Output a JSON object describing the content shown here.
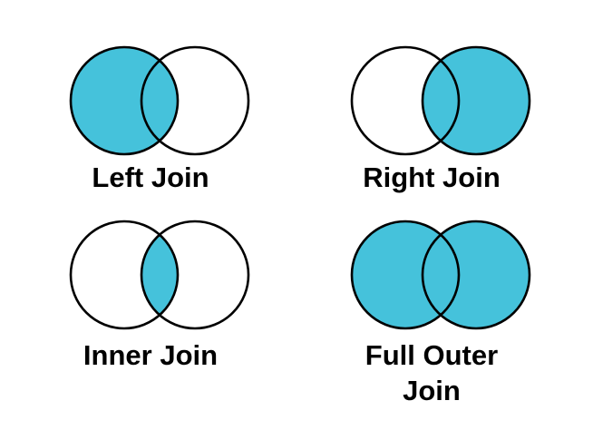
{
  "colors": {
    "shaded_fill": "#45C2DB",
    "outline": "#000000",
    "label_text": "#000000",
    "background": "#ffffff"
  },
  "diagrams": [
    {
      "label": "Left Join",
      "shaded_region": "left circle"
    },
    {
      "label": "Right Join",
      "shaded_region": "right circle"
    },
    {
      "label": "Inner Join",
      "shaded_region": "intersection"
    },
    {
      "label": "Full Outer\nJoin",
      "shaded_region": "both circles"
    }
  ]
}
